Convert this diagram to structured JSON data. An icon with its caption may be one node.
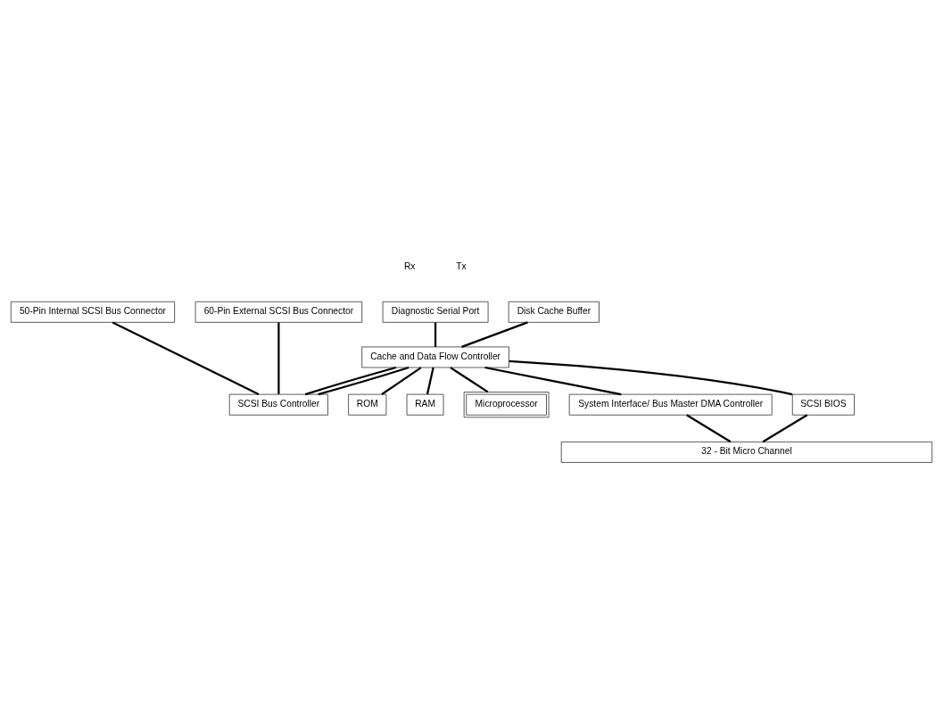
{
  "diagram": {
    "nodes": [
      {
        "text": [
          "Diagnostic Serial Port"
        ]
      },
      {
        "text": [
          "50-Pin Internal SCSI Bus Connector"
        ]
      },
      {
        "text": [
          "60-Pin External SCSI Bus Connector"
        ]
      },
      {
        "text": [
          "Disk Cache Buffer"
        ]
      },
      {
        "text": [
          "SCSI Bus Controller"
        ]
      },
      {
        "text": [
          "ROM"
        ]
      },
      {
        "text": [
          "RAM"
        ]
      },
      {
        "text": [
          "Cache and Data Flow Controller"
        ]
      },
      {
        "text": [
          "Microprocessor"
        ]
      },
      {
        "text": [
          "System Interface/ Bus Master DMA Controller"
        ]
      },
      {
        "text": [
          "SCSI BIOS"
        ]
      },
      {
        "text": [
          "32 - Bit Micro Channel"
        ]
      }
    ],
    "edges": [
      {
        "from": 0,
        "to": 7,
        "arrow": "none"
      },
      {
        "from": 1,
        "to": 4,
        "arrow": "none"
      },
      {
        "from": 2,
        "to": 4,
        "arrow": "none"
      },
      {
        "from": 3,
        "to": 7,
        "arrow": "none"
      },
      {
        "from": 7,
        "to": 4,
        "arrow": "none"
      },
      {
        "from": 7,
        "to": 4,
        "arrow": "none"
      },
      {
        "from": 7,
        "to": 5,
        "arrow": "none"
      },
      {
        "from": 7,
        "to": 6,
        "arrow": "none"
      },
      {
        "from": 7,
        "to": 9,
        "arrow": "none"
      },
      {
        "from": 7,
        "to": 8,
        "arrow": "none"
      },
      {
        "from": 7,
        "to": 10,
        "arrow": "none"
      },
      {
        "from": 10,
        "to": 11,
        "arrow": "none"
      },
      {
        "from": 9,
        "to": 11,
        "arrow": "none"
      }
    ],
    "labels": [
      "Rx",
      "Tx"
    ]
  }
}
